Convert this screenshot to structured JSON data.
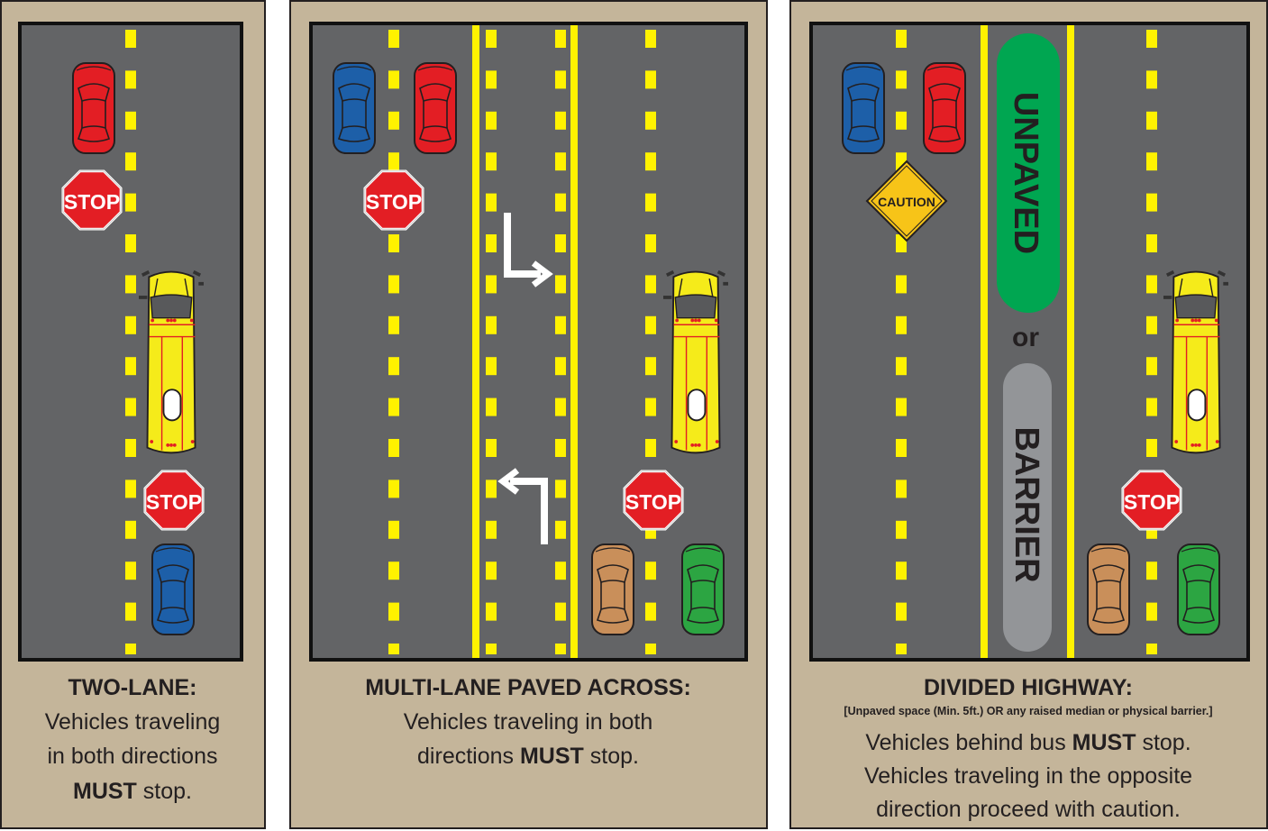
{
  "colors": {
    "frame": "#c4b59a",
    "road": "#636466",
    "marking": "#fff200",
    "stop": "#e31e24",
    "caution": "#f7c418",
    "unpaved": "#00a651",
    "barrier": "#939598",
    "bus": "#f5eb1a"
  },
  "signs": {
    "stop": "STOP",
    "caution": "CAUTION"
  },
  "panels": [
    {
      "title": "TWO-LANE:",
      "lines": [
        {
          "text": "Vehicles traveling"
        },
        {
          "text": "in both directions"
        },
        {
          "bold": "MUST",
          "text": " stop."
        }
      ]
    },
    {
      "title": "MULTI-LANE PAVED ACROSS:",
      "lines": [
        {
          "text": "Vehicles traveling in both"
        },
        {
          "pre": "directions ",
          "bold": "MUST",
          "text": " stop."
        }
      ]
    },
    {
      "title": "DIVIDED HIGHWAY:",
      "note": "[Unpaved space (Min. 5ft.) OR any raised median or physical barrier.]",
      "median_top": "UNPAVED",
      "median_or": "or",
      "median_bottom": "BARRIER",
      "lines": [
        {
          "pre": "Vehicles behind bus ",
          "bold": "MUST",
          "text": " stop."
        },
        {
          "text": "Vehicles traveling in the opposite"
        },
        {
          "text": "direction proceed with caution."
        }
      ]
    }
  ]
}
